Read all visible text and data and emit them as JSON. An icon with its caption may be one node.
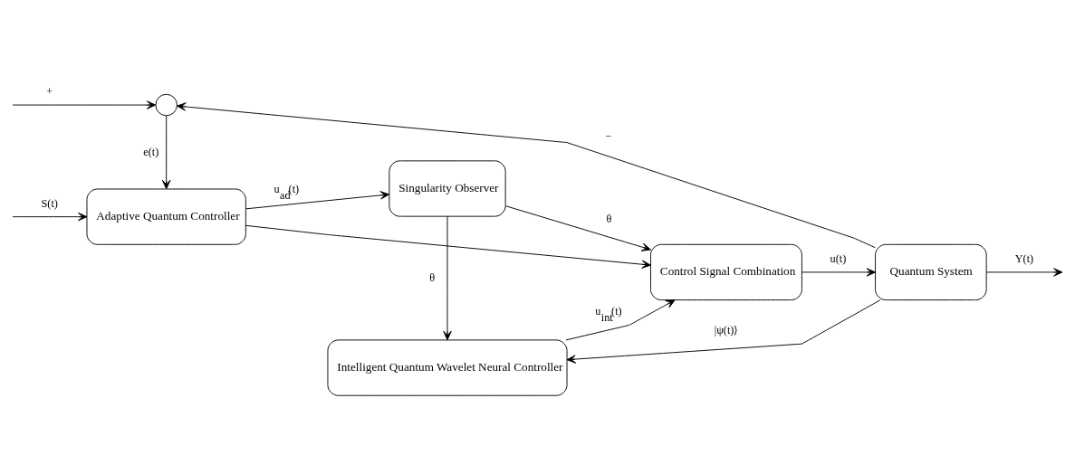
{
  "diagram": {
    "nodes": [
      {
        "text": [
          "Adaptive Quantum Controller"
        ]
      },
      {
        "text": [
          "Singularity Observer"
        ]
      },
      {
        "text": [
          "Control Signal Combination"
        ]
      },
      {
        "text": [
          "Quantum System"
        ]
      },
      {
        "text": [
          "Intelligent Quantum Wavelet Neural Controller"
        ]
      },
      {
        "text": [],
        "shape": "circle"
      }
    ],
    "edges": [
      {
        "from": null,
        "to": 0,
        "arrow": "to",
        "label": "S(t)"
      },
      {
        "from": null,
        "to": 5,
        "arrow": "to",
        "label": "+"
      },
      {
        "from": 5,
        "to": 0,
        "arrow": "to",
        "label": "e(t)"
      },
      {
        "from": 0,
        "to": 1,
        "arrow": "to",
        "label": "u$_{ad}$(t)"
      },
      {
        "from": 0,
        "to": 2,
        "arrow": "to"
      },
      {
        "from": 1,
        "to": 2,
        "arrow": "to",
        "label": "θ"
      },
      {
        "from": 1,
        "to": 4,
        "arrow": "to",
        "label": "θ"
      },
      {
        "from": 4,
        "to": 2,
        "arrow": "to",
        "label": "u$_{int}$(t)"
      },
      {
        "from": 2,
        "to": 3,
        "arrow": "to",
        "label": "u(t)"
      },
      {
        "from": 3,
        "to": null,
        "arrow": "to",
        "label": "Y(t)"
      },
      {
        "from": 3,
        "to": 4,
        "arrow": "to",
        "label": "|ψ(t)⟩"
      },
      {
        "from": 3,
        "to": 5,
        "arrow": "to",
        "label": "−"
      }
    ]
  }
}
